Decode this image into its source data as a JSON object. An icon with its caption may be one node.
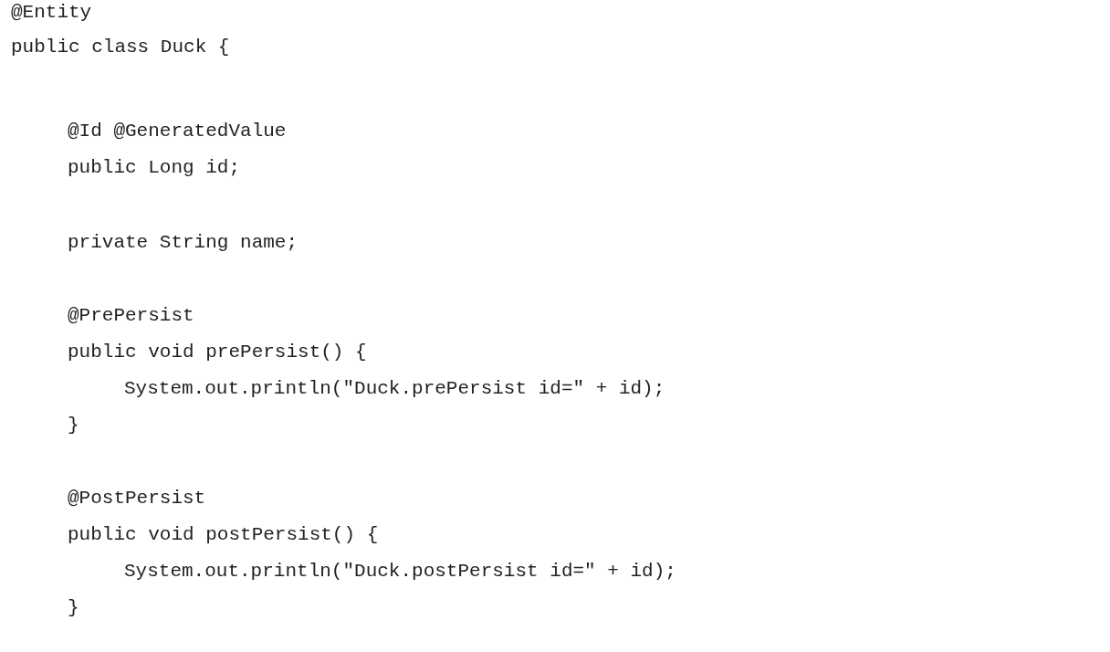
{
  "diagram": {
    "labels": [
      "@Entity",
      "public class Duck {",
      "@Id @GeneratedValue",
      "public Long id;",
      "private String name;",
      "@PrePersist",
      "public void prePersist() {",
      "System.out.println(\"Duck.prePersist id=\" + id);",
      "}",
      "@PostPersist",
      "public void postPersist() {",
      "System.out.println(\"Duck.postPersist id=\" + id);",
      "}"
    ]
  }
}
